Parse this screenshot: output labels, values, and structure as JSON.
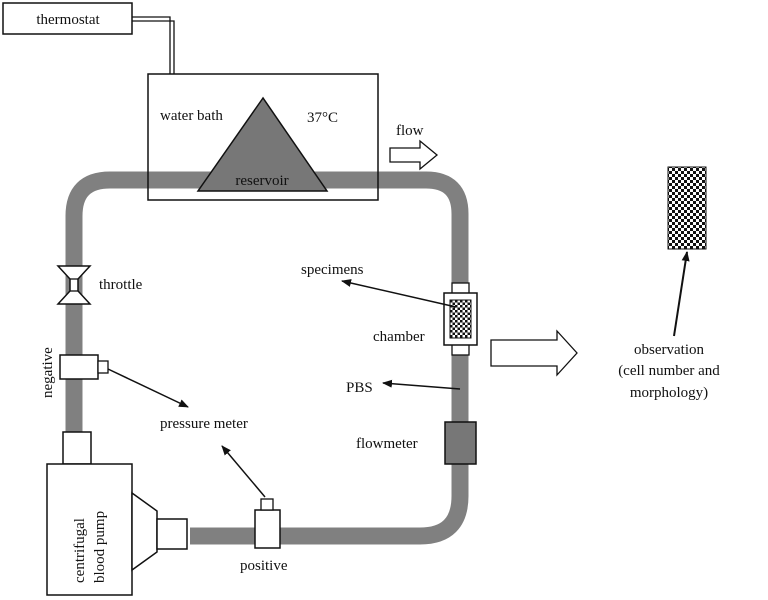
{
  "labels": {
    "thermostat": "thermostat",
    "water_bath": "water bath",
    "temperature": "37°C",
    "reservoir": "reservoir",
    "flow": "flow",
    "throttle": "throttle",
    "specimens": "specimens",
    "chamber": "chamber",
    "negative": "negative",
    "pressure_meter": "pressure meter",
    "pbs": "PBS",
    "flowmeter": "flowmeter",
    "centrifugal_line1": "centrifugal",
    "centrifugal_line2": "blood pump",
    "positive": "positive",
    "observation_line1": "observation",
    "observation_line2": "(cell number and",
    "observation_line3": "morphology)"
  },
  "colors": {
    "tube": "#808080",
    "component_fill": "#777777",
    "outline": "#111111"
  }
}
